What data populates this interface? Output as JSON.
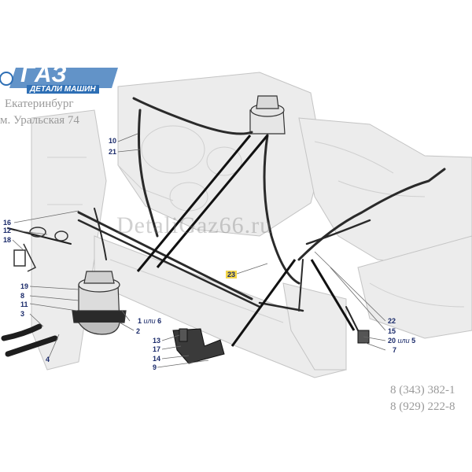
{
  "brand": {
    "logo_text": "ГАЗ",
    "logo_subtitle": "ДЕТАЛИ МАШИН",
    "brand_color": "#2e6fb5"
  },
  "address": {
    "city": "Екатеринбург",
    "street": "м. Уральская 74"
  },
  "watermark": "DetaliGaz66.ru",
  "phones": [
    "8 (343) 382-1",
    "8 (929) 222-8"
  ],
  "callouts": {
    "c10": "10",
    "c21": "21",
    "c16": "16",
    "c12": "12",
    "c18": "18",
    "c19": "19",
    "c8": "8",
    "c11": "11",
    "c3": "3",
    "c4": "4",
    "c1": "1",
    "c1_alt": "или",
    "c6": "6",
    "c2": "2",
    "c13": "13",
    "c17": "17",
    "c14": "14",
    "c9": "9",
    "c23": "23",
    "c22": "22",
    "c15": "15",
    "c20": "20",
    "c20_alt": "или",
    "c5": "5",
    "c7": "7"
  }
}
